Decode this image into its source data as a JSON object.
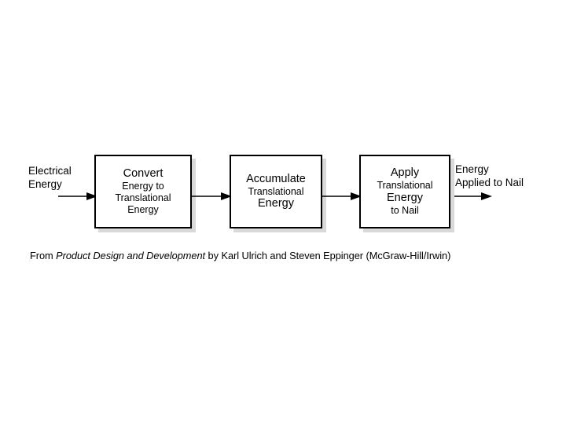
{
  "slide": {
    "background_color": "#ffffff",
    "ink_color": "#000000",
    "shadow_color": "#d9d9d9"
  },
  "diagram": {
    "type": "process-flow",
    "input_label": {
      "line1": "Electrical",
      "line2": "Energy"
    },
    "output_label": {
      "line1": "Energy",
      "line2": "Applied to Nail"
    },
    "boxes": [
      {
        "id": "convert",
        "lines": [
          "Convert",
          "Energy to",
          "Translational",
          "Energy"
        ]
      },
      {
        "id": "accumulate",
        "lines": [
          "Accumulate",
          "Translational",
          "Energy"
        ]
      },
      {
        "id": "apply",
        "lines": [
          "Apply",
          "Translational",
          "Energy",
          "to Nail"
        ]
      }
    ],
    "arrows": [
      {
        "id": "input-arrow",
        "from": "Electrical Energy",
        "to": "convert"
      },
      {
        "id": "arrow-1",
        "from": "convert",
        "to": "accumulate"
      },
      {
        "id": "arrow-2",
        "from": "accumulate",
        "to": "apply"
      },
      {
        "id": "output-arrow",
        "from": "apply",
        "to": "Energy Applied to Nail"
      }
    ]
  },
  "caption": {
    "prefix": "From ",
    "title": "Product Design and Development",
    "suffix": " by Karl Ulrich and Steven Eppinger (McGraw-Hill/Irwin)"
  }
}
